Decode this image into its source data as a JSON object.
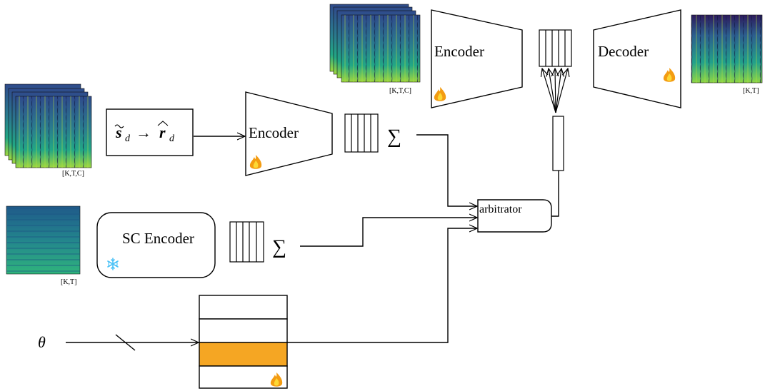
{
  "labels": {
    "enc_top": "Encoder",
    "dec_top": "Decoder",
    "enc_mid": "Encoder",
    "sc_encoder": "SC Encoder",
    "arbitrator": "arbitrator",
    "sum1": "∑",
    "sum2": "∑",
    "theta": "θ"
  },
  "formula": {
    "s": "s",
    "sub_d1": "d",
    "arrow": "→",
    "r": "r",
    "sub_d2": "d"
  },
  "dims": {
    "top_left_spec": "[K,T,C]",
    "top_right_spec": "[K,T]",
    "mid_spec": "[K,T,C]",
    "sc_spec": "[K,T]"
  },
  "icons": {
    "trainable": "flame-icon",
    "frozen": "snowflake-icon"
  },
  "colors": {
    "embedding_highlight": "#F5A623",
    "flame_outer": "#F39C12",
    "flame_inner": "#FDD835",
    "snowflake": "#4FC3F7",
    "spec_dark": "#2b3a7a",
    "spec_mid": "#21908d",
    "spec_bright": "#b5de2b"
  }
}
